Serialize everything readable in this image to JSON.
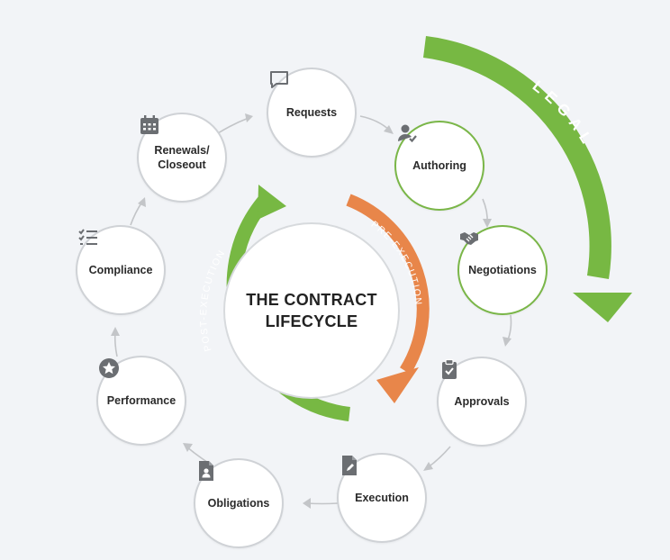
{
  "center": {
    "title": "THE CONTRACT\nLIFECYCLE"
  },
  "stages": [
    {
      "id": "requests",
      "label": "Requests",
      "icon": "speech-bubble-icon",
      "legal": false
    },
    {
      "id": "authoring",
      "label": "Authoring",
      "icon": "user-check-icon",
      "legal": true
    },
    {
      "id": "negotiations",
      "label": "Negotiations",
      "icon": "handshake-icon",
      "legal": true
    },
    {
      "id": "approvals",
      "label": "Approvals",
      "icon": "clipboard-check-icon",
      "legal": false
    },
    {
      "id": "execution",
      "label": "Execution",
      "icon": "document-pen-icon",
      "legal": false
    },
    {
      "id": "obligations",
      "label": "Obligations",
      "icon": "document-person-icon",
      "legal": false
    },
    {
      "id": "performance",
      "label": "Performance",
      "icon": "star-badge-icon",
      "legal": false
    },
    {
      "id": "compliance",
      "label": "Compliance",
      "icon": "checklist-icon",
      "legal": false
    },
    {
      "id": "renewals",
      "label": "Renewals/\nCloseout",
      "icon": "calendar-icon",
      "legal": false
    }
  ],
  "arcs": {
    "pre": "PRE-EXECUTION",
    "post": "POST-EXECUTION",
    "legal": "LEGAL"
  },
  "colors": {
    "green": "#7ab648",
    "orange": "#e8864a",
    "gray": "#bdbfc2",
    "icon": "#6b6e72"
  }
}
